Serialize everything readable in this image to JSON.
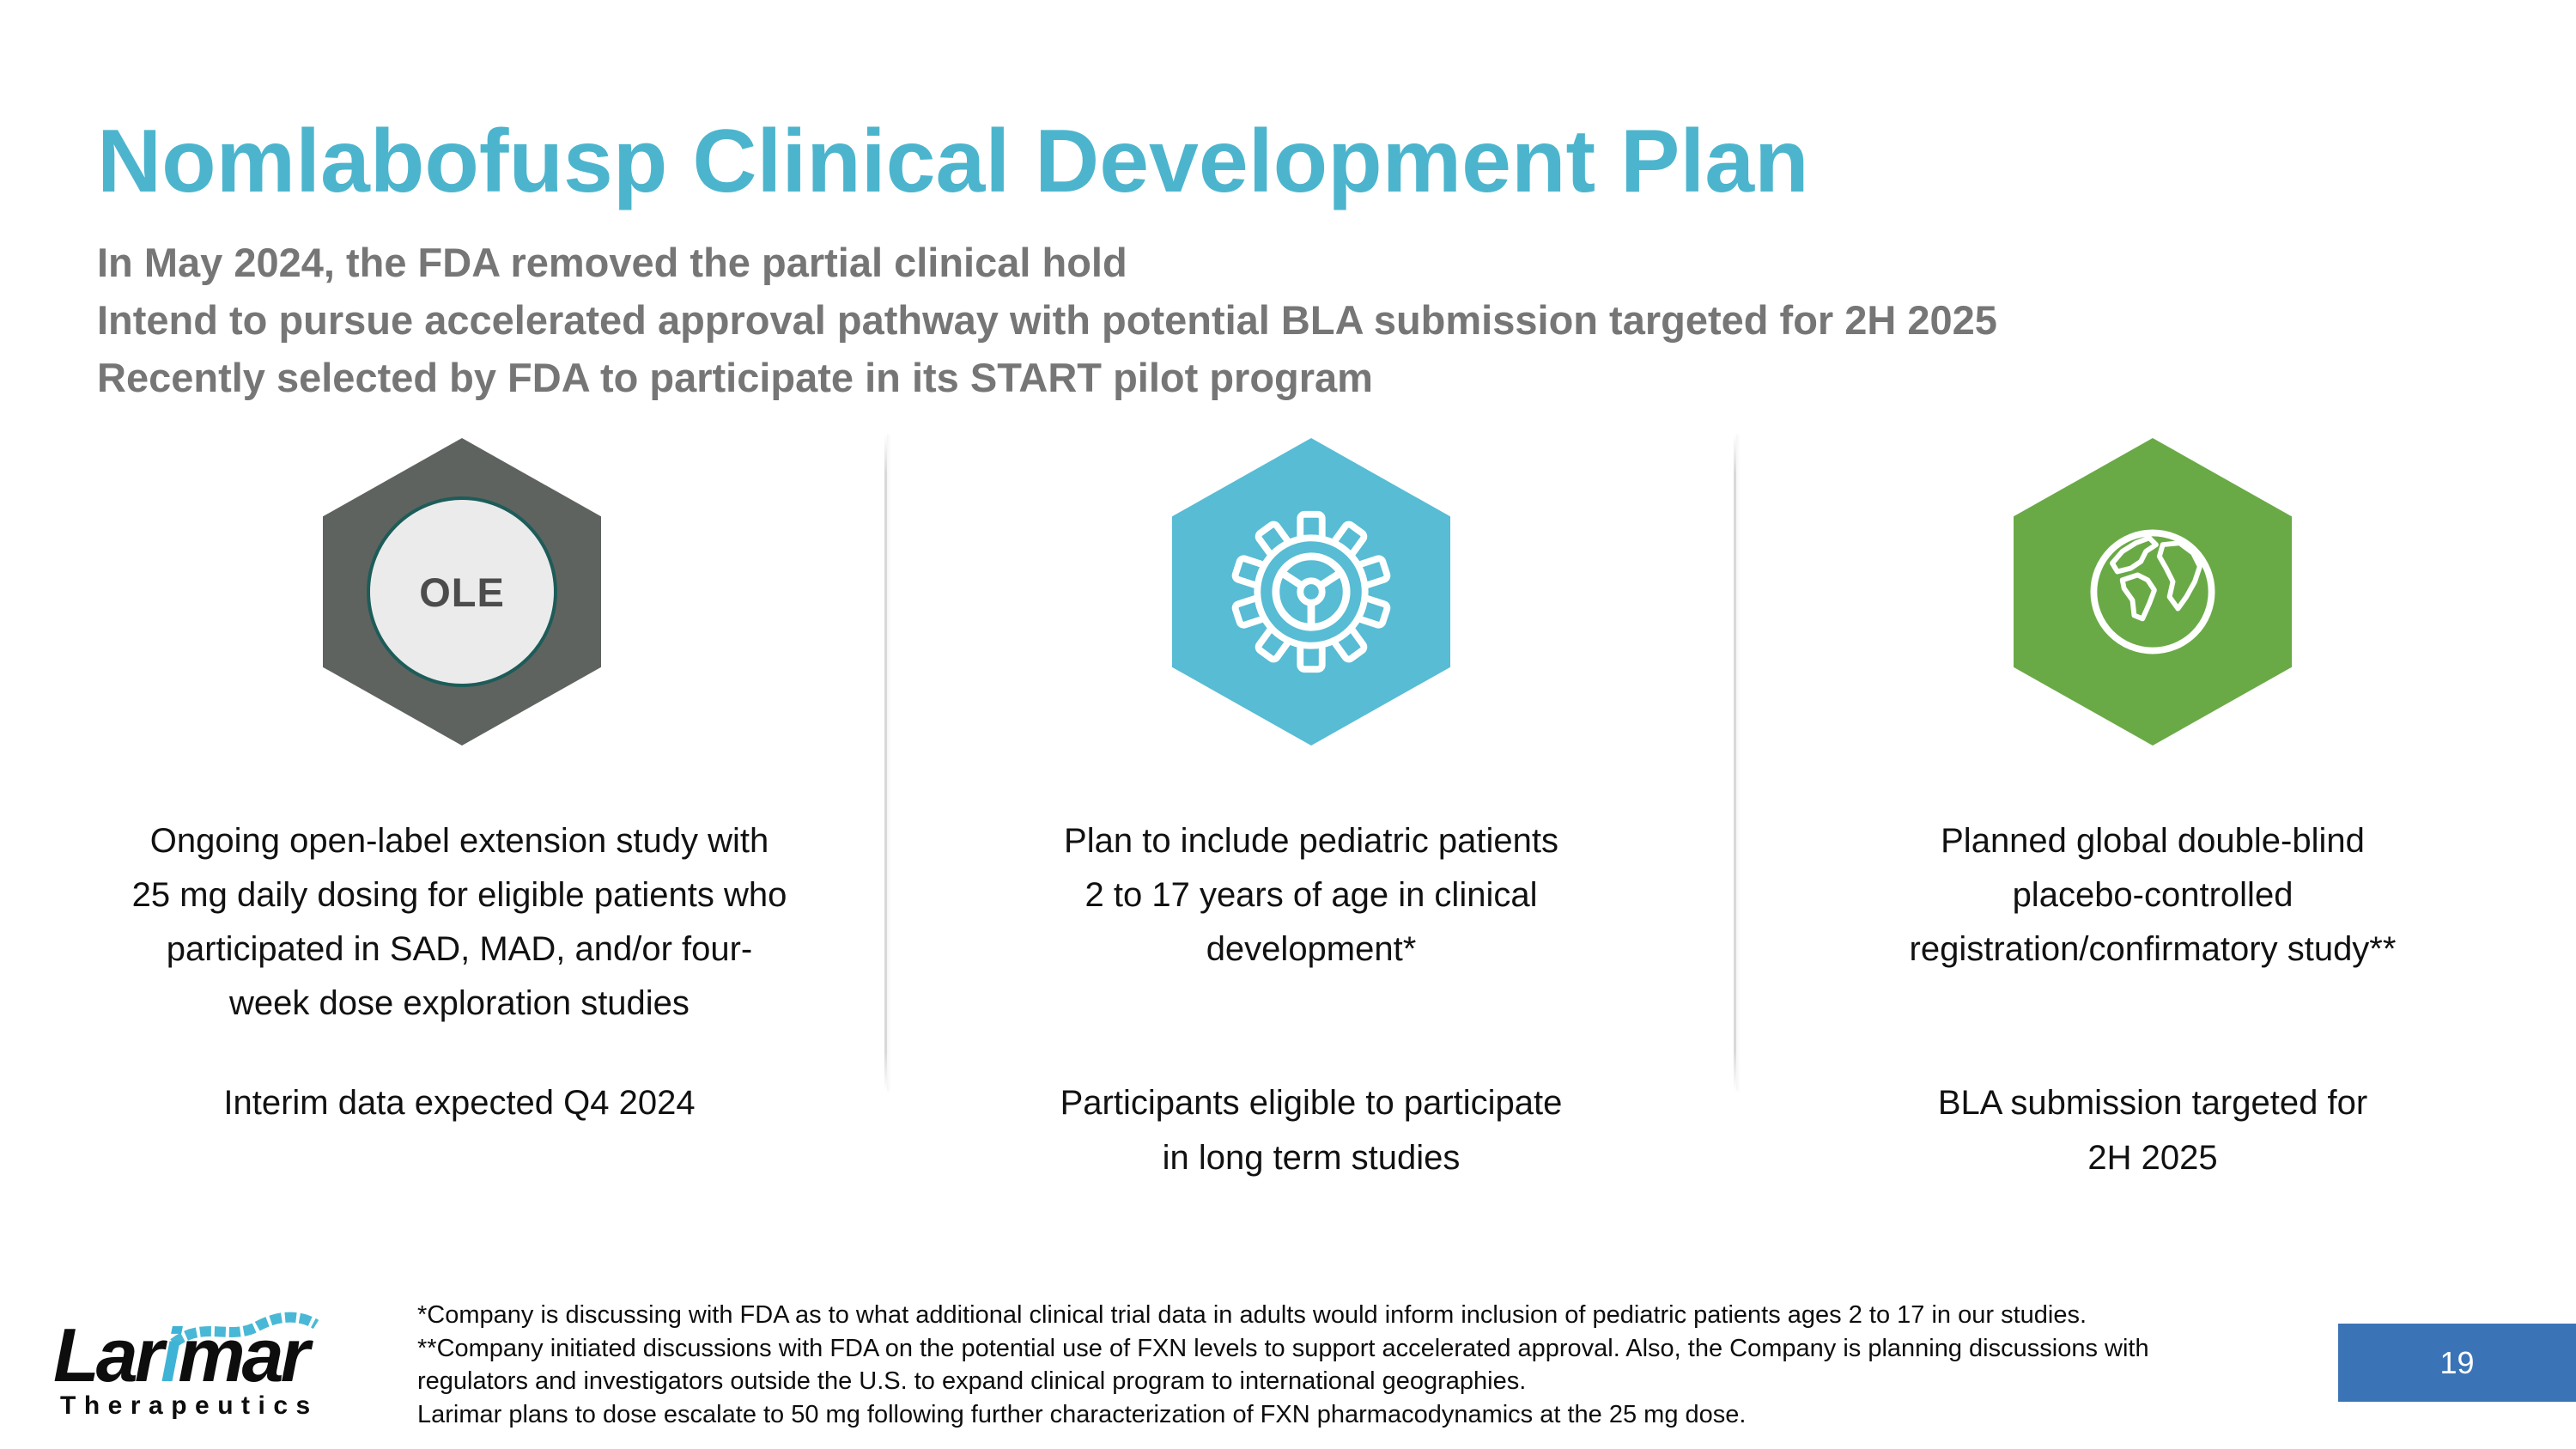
{
  "slide": {
    "title": "Nomlabofusp Clinical Development Plan",
    "subtitle_lines": [
      "In May 2024, the FDA removed the partial clinical hold",
      "Intend to pursue accelerated approval pathway with potential BLA submission targeted for 2H 2025",
      "Recently selected by FDA to participate in its START pilot program"
    ],
    "page_number": "19"
  },
  "columns": [
    {
      "icon": "ole-hexagon",
      "badge_label": "OLE",
      "body_lines": [
        "Ongoing open-label extension study with",
        "25 mg daily dosing for eligible patients who",
        "participated in SAD, MAD, and/or four-",
        "week dose exploration studies"
      ],
      "milestone_lines": [
        "Interim data expected Q4 2024"
      ]
    },
    {
      "icon": "gear-hexagon",
      "body_lines": [
        "Plan to include pediatric patients",
        "2 to 17 years of age in clinical",
        "development*"
      ],
      "milestone_lines": [
        "Participants eligible to participate",
        "in long term studies"
      ]
    },
    {
      "icon": "globe-hexagon",
      "body_lines": [
        "Planned global double-blind",
        "placebo-controlled",
        "registration/confirmatory study**"
      ],
      "milestone_lines": [
        "BLA submission targeted for",
        "2H 2025"
      ]
    }
  ],
  "footer": {
    "logo": {
      "brand_part1": "Lar",
      "brand_accent": "i",
      "brand_part2": "mar",
      "subbrand": "Therapeutics"
    },
    "footnote_lines": [
      "*Company is discussing with FDA as to what additional clinical trial data in adults would inform inclusion of pediatric patients ages 2 to 17 in our studies.",
      "**Company initiated discussions with FDA on the potential use of FXN levels to support accelerated approval. Also, the Company is planning discussions with",
      "regulators and investigators outside the U.S. to expand clinical program to international geographies.",
      "Larimar plans to dose escalate to 50 mg following further characterization of FXN pharmacodynamics at the 25 mg dose."
    ]
  },
  "colors": {
    "title_teal": "#4cb5cd",
    "subtitle_gray": "#767676",
    "hexagon_gray": "#5f635f",
    "hexagon_teal": "#57bcd4",
    "hexagon_green": "#6aaa46",
    "ole_circle_fill": "#ebebeb",
    "ole_circle_border": "#1d5c58",
    "page_badge_blue": "#3b74b6",
    "logo_accent_teal": "#3fb3d6"
  }
}
